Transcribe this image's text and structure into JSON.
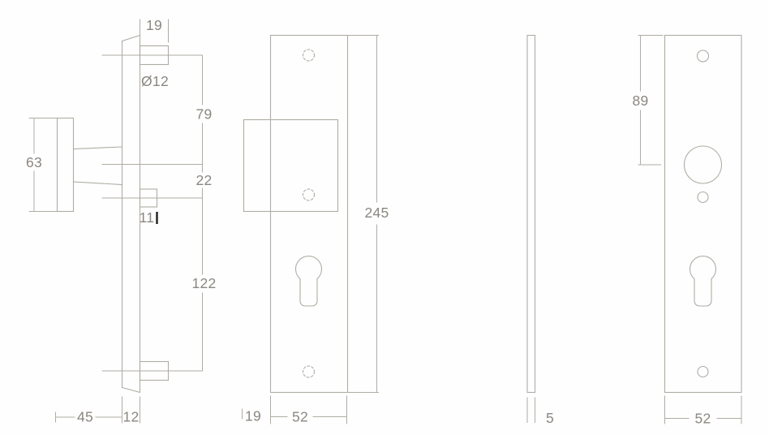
{
  "drawing": {
    "colors": {
      "background": "#fefefe",
      "lines": "#b0aca4",
      "text": "#8b8781",
      "cursor_mark": "#1f1f1d"
    },
    "views": {
      "side": {
        "dims": {
          "boss_top_length": "19",
          "boss_diameter": "Ø12",
          "top_boss_to_knob": "79",
          "knob_to_mid_boss": "22",
          "mid_boss_length": "11",
          "mid_to_bottom_boss": "122",
          "knob_diameter": "63",
          "knob_projection": "45",
          "plate_depth": "12"
        }
      },
      "front_outside": {
        "dims": {
          "plate_height": "245",
          "rose_overhang": "19",
          "plate_width": "52"
        }
      },
      "edge": {
        "dims": {
          "plate_thickness": "5"
        }
      },
      "front_inside": {
        "dims": {
          "top_edge_to_knob_hole": "89",
          "plate_width": "52"
        }
      }
    }
  }
}
